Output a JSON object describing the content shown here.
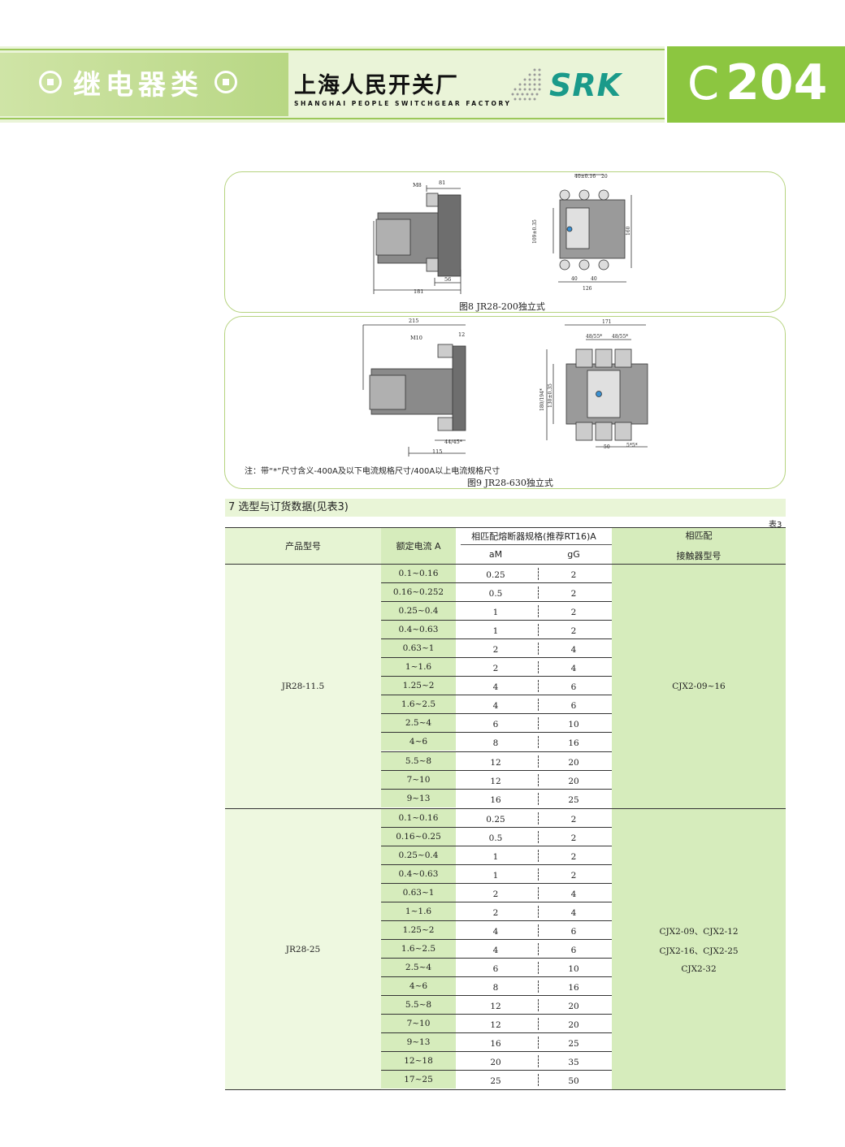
{
  "header": {
    "category": "继电器类",
    "company_cn": "上海人民开关厂",
    "company_en": "SHANGHAI PEOPLE SWITCHGEAR FACTORY",
    "brand": "SRK",
    "page_prefix": "C",
    "page_number": "204"
  },
  "figure8": {
    "caption": "图8 JR28-200独立式",
    "dims": {
      "thread": "M8",
      "d81": "81",
      "d56": "56",
      "d181": "181",
      "pitch": "40±0.16",
      "d20": "20",
      "vert": "109±0.35",
      "d160": "160",
      "d40a": "40",
      "d40b": "40",
      "d126": "126"
    }
  },
  "figure9": {
    "caption": "图9 JR28-630独立式",
    "note": "注：带“*”尺寸含义-400A及以下电流规格尺寸/400A以上电流规格尺寸",
    "dims": {
      "d215": "215",
      "thread": "M10",
      "d12": "12",
      "d4445": "44/45*",
      "d115": "115",
      "d171": "171",
      "d4855a": "48/55*",
      "d4855b": "48/55*",
      "vert180": "180/194*",
      "vert130": "130±0.35",
      "d50": "50",
      "d5": "5*5*"
    }
  },
  "section": {
    "title": "7  选型与订货数据(见表3)",
    "table_label": "表3"
  },
  "table": {
    "headers": {
      "model": "产品型号",
      "current": "额定电流 A",
      "fuse": "相匹配熔断器规格(推荐RT16)A",
      "am": "aM",
      "gg": "gG",
      "contactor_line1": "相匹配",
      "contactor_line2": "接触器型号"
    },
    "groups": [
      {
        "model": "JR28-11.5",
        "contactor": [
          "CJX2-09~16"
        ],
        "rows": [
          [
            "0.1~0.16",
            "0.25",
            "2"
          ],
          [
            "0.16~0.252",
            "0.5",
            "2"
          ],
          [
            "0.25~0.4",
            "1",
            "2"
          ],
          [
            "0.4~0.63",
            "1",
            "2"
          ],
          [
            "0.63~1",
            "2",
            "4"
          ],
          [
            "1~1.6",
            "2",
            "4"
          ],
          [
            "1.25~2",
            "4",
            "6"
          ],
          [
            "1.6~2.5",
            "4",
            "6"
          ],
          [
            "2.5~4",
            "6",
            "10"
          ],
          [
            "4~6",
            "8",
            "16"
          ],
          [
            "5.5~8",
            "12",
            "20"
          ],
          [
            "7~10",
            "12",
            "20"
          ],
          [
            "9~13",
            "16",
            "25"
          ]
        ]
      },
      {
        "model": "JR28-25",
        "contactor": [
          "CJX2-09、CJX2-12",
          "CJX2-16、CJX2-25",
          "CJX2-32"
        ],
        "rows": [
          [
            "0.1~0.16",
            "0.25",
            "2"
          ],
          [
            "0.16~0.25",
            "0.5",
            "2"
          ],
          [
            "0.25~0.4",
            "1",
            "2"
          ],
          [
            "0.4~0.63",
            "1",
            "2"
          ],
          [
            "0.63~1",
            "2",
            "4"
          ],
          [
            "1~1.6",
            "2",
            "4"
          ],
          [
            "1.25~2",
            "4",
            "6"
          ],
          [
            "1.6~2.5",
            "4",
            "6"
          ],
          [
            "2.5~4",
            "6",
            "10"
          ],
          [
            "4~6",
            "8",
            "16"
          ],
          [
            "5.5~8",
            "12",
            "20"
          ],
          [
            "7~10",
            "12",
            "20"
          ],
          [
            "9~13",
            "16",
            "25"
          ],
          [
            "12~18",
            "20",
            "35"
          ],
          [
            "17~25",
            "25",
            "50"
          ]
        ]
      }
    ]
  },
  "colors": {
    "accent_green": "#8cc640",
    "light_green": "#eaf4d8",
    "cell_green": "#d6ecbc",
    "teal": "#1a9a8a"
  }
}
